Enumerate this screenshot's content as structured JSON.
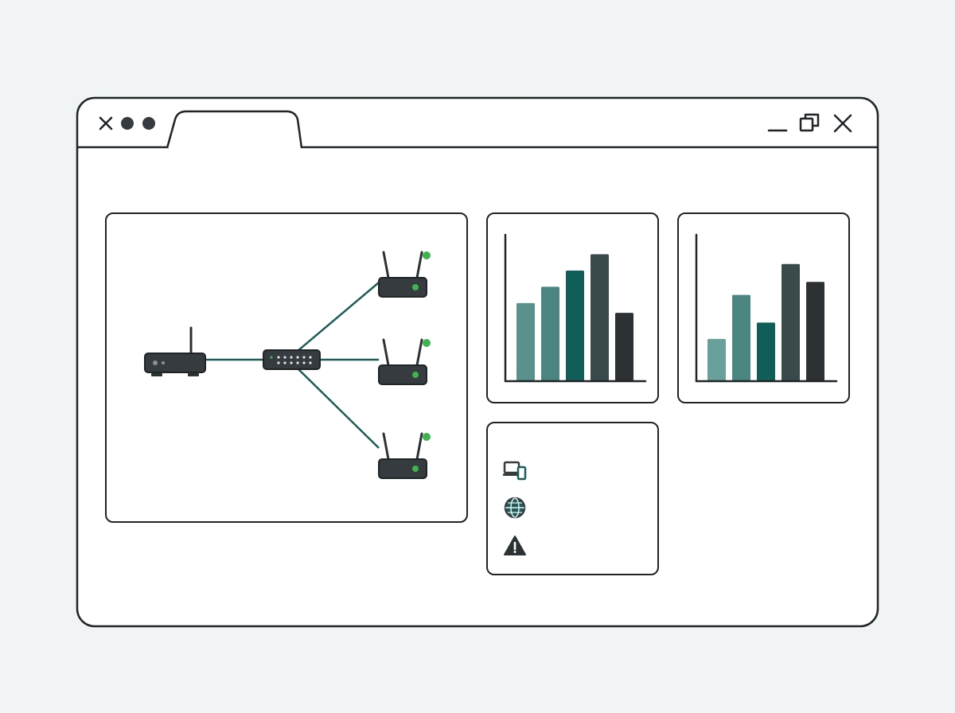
{
  "window": {
    "tab_label": "",
    "controls": [
      "traffic-light-close",
      "traffic-light-dot",
      "traffic-light-dot",
      "minimize",
      "restore",
      "close"
    ]
  },
  "colors": {
    "frame": "#1f2426",
    "background": "#f1f4f5",
    "link": "#1d5c58",
    "led": "#3fb34f",
    "device": "#353b3f"
  },
  "topology": {
    "nodes": [
      "modem-icon",
      "switch-icon",
      "wifi-router-icon",
      "wifi-router-icon",
      "wifi-router-icon"
    ],
    "router_status": [
      "online",
      "online",
      "online"
    ]
  },
  "charts": {
    "chart_a": {
      "type": "bar",
      "values": [
        48,
        58,
        68,
        78,
        42
      ],
      "ylim": [
        0,
        90
      ],
      "colors": [
        "#5a918c",
        "#4a8581",
        "#115d58",
        "#3a4a4b",
        "#2c3234"
      ]
    },
    "chart_b": {
      "type": "bar",
      "values": [
        26,
        53,
        36,
        72,
        61
      ],
      "ylim": [
        0,
        90
      ],
      "colors": [
        "#6aa09b",
        "#4a8581",
        "#115d58",
        "#3a4a4b",
        "#2c3234"
      ]
    }
  },
  "chart_data": [
    {
      "type": "bar",
      "values": [
        48,
        58,
        68,
        78,
        42
      ],
      "ylim": [
        0,
        90
      ],
      "grid": false
    },
    {
      "type": "bar",
      "values": [
        26,
        53,
        36,
        72,
        61
      ],
      "ylim": [
        0,
        90
      ],
      "grid": false
    }
  ],
  "status_panel": {
    "icons": [
      "devices-icon",
      "globe-icon",
      "warning-icon"
    ]
  }
}
